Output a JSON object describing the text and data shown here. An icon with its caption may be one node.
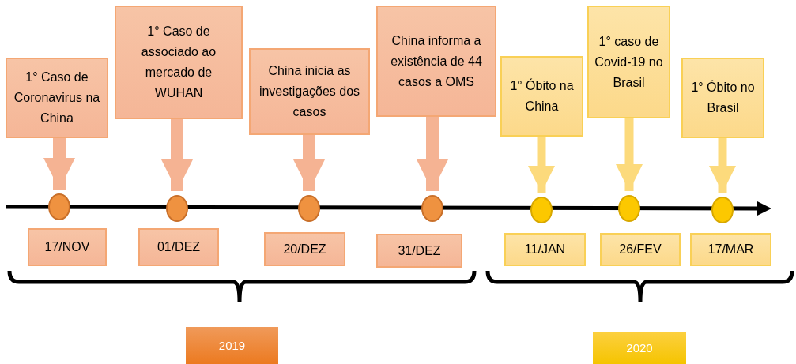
{
  "diagram": {
    "nodes": [
      {
        "text": [
          "1° Caso de Coronavirus na China"
        ]
      },
      {
        "text": [
          "1° Caso de associado ao mercado de WUHAN"
        ]
      },
      {
        "text": [
          "China inicia as investigações dos casos"
        ]
      },
      {
        "text": [
          "China informa a existência de 44 casos a OMS"
        ]
      },
      {
        "text": [
          "1° Óbito na China"
        ]
      },
      {
        "text": [
          "1° caso de Covid-19 no Brasil"
        ]
      },
      {
        "text": [
          "1° Óbito no Brasil"
        ]
      },
      {
        "text": [],
        "shape": "circle"
      },
      {
        "text": [],
        "shape": "circle"
      },
      {
        "text": [],
        "shape": "circle"
      },
      {
        "text": [],
        "shape": "circle"
      },
      {
        "text": [],
        "shape": "circle"
      },
      {
        "text": [],
        "shape": "circle"
      },
      {
        "text": [],
        "shape": "circle"
      },
      {
        "text": [
          "17/NOV"
        ]
      },
      {
        "text": [
          "01/DEZ"
        ]
      },
      {
        "text": [
          "20/DEZ"
        ]
      },
      {
        "text": [
          "31/DEZ"
        ]
      },
      {
        "text": [
          "11/JAN"
        ]
      },
      {
        "text": [
          "26/FEV"
        ]
      },
      {
        "text": [
          "17/MAR"
        ]
      },
      {
        "text": [
          "2019"
        ]
      },
      {
        "text": [
          "2020"
        ]
      }
    ],
    "edges": [
      {
        "from": 0,
        "to": 7,
        "arrow": "to"
      },
      {
        "from": 1,
        "to": 8,
        "arrow": "to"
      },
      {
        "from": 2,
        "to": 9,
        "arrow": "to"
      },
      {
        "from": 3,
        "to": 10,
        "arrow": "to"
      },
      {
        "from": 4,
        "to": 11,
        "arrow": "to"
      },
      {
        "from": 5,
        "to": 12,
        "arrow": "to"
      },
      {
        "from": 6,
        "to": 13,
        "arrow": "to"
      }
    ]
  }
}
